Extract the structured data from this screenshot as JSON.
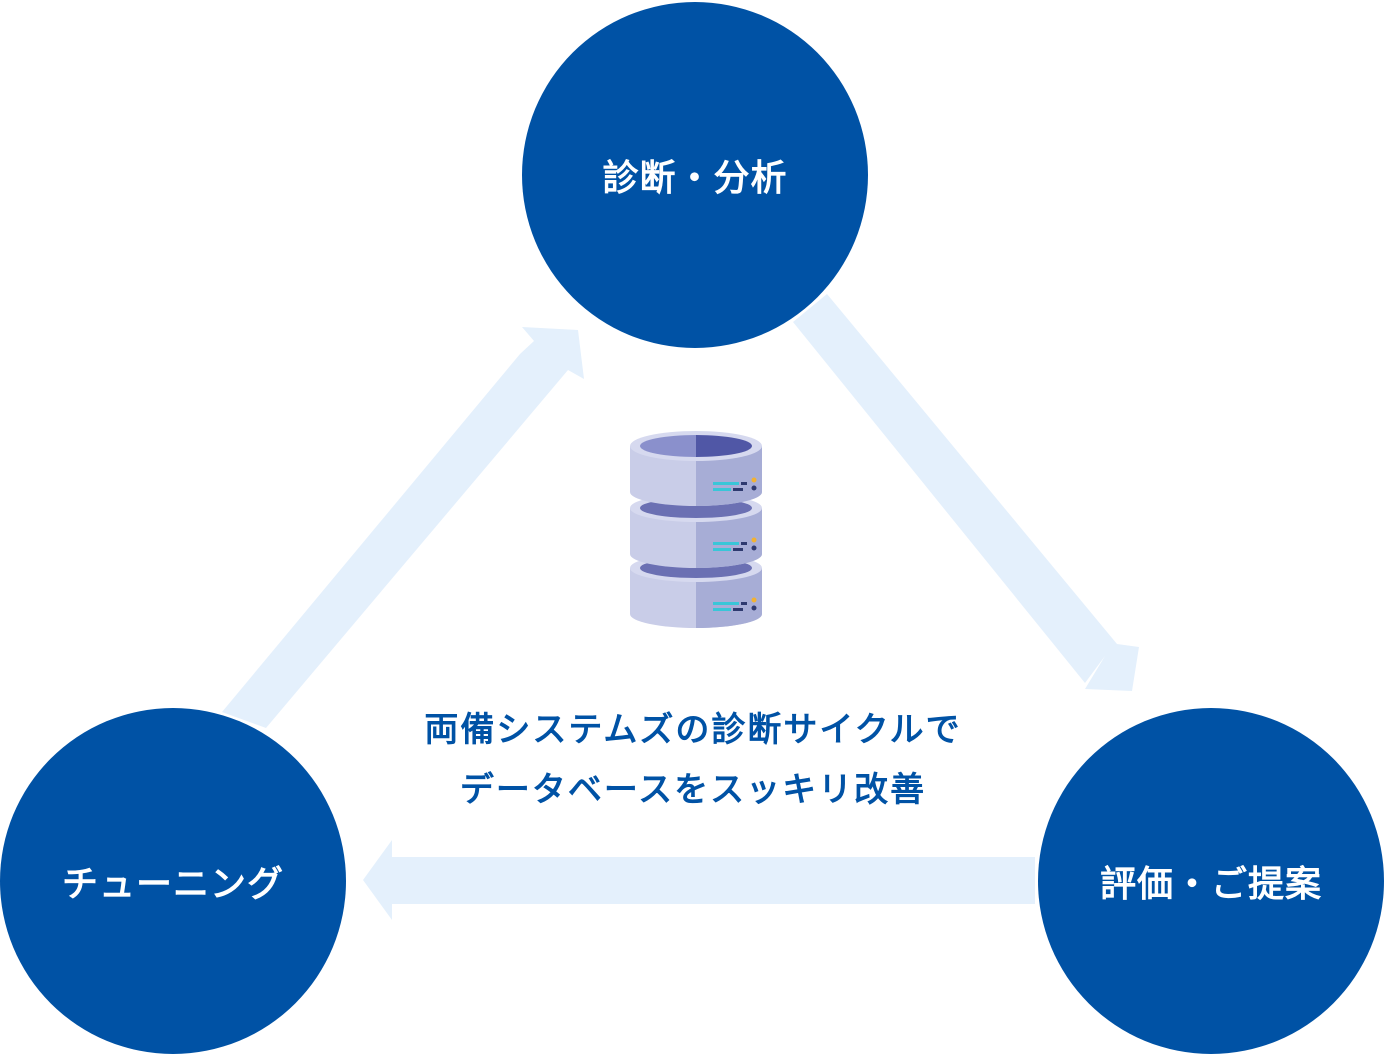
{
  "colors": {
    "node_fill": "#0052a5",
    "node_text": "#ffffff",
    "arrow_fill": "#e4f0fc",
    "caption_text": "#0052a5"
  },
  "nodes": {
    "top": {
      "label": "診断・分析"
    },
    "right": {
      "label": "評価・ご提案"
    },
    "left": {
      "label": "チューニング"
    }
  },
  "center": {
    "icon": "database-server-icon",
    "caption_line1": "両備システムズの診断サイクルで",
    "caption_line2": "データベースをスッキリ改善"
  },
  "flow": [
    {
      "from": "診断・分析",
      "to": "評価・ご提案"
    },
    {
      "from": "評価・ご提案",
      "to": "チューニング"
    },
    {
      "from": "チューニング",
      "to": "診断・分析"
    }
  ]
}
